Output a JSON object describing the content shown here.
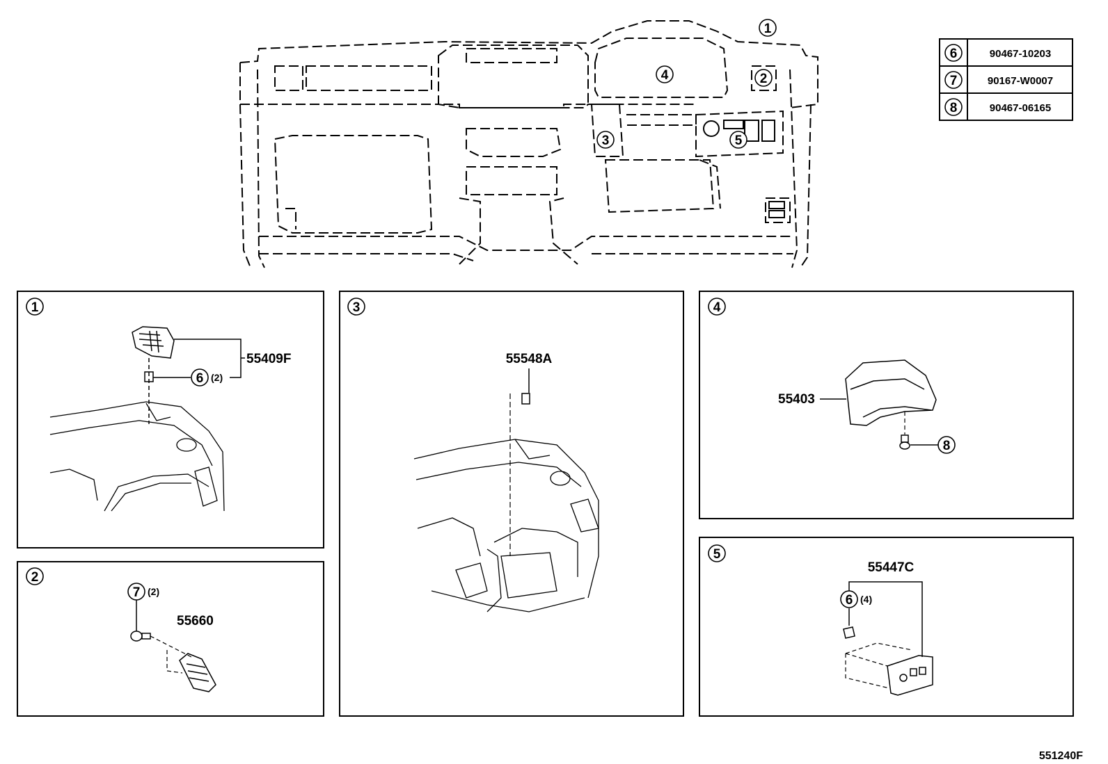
{
  "part_table": [
    {
      "ref": "6",
      "part_no": "90467-10203"
    },
    {
      "ref": "7",
      "part_no": "90167-W0007"
    },
    {
      "ref": "8",
      "part_no": "90467-06165"
    }
  ],
  "overview": {
    "callouts": [
      "1",
      "2",
      "3",
      "4",
      "5"
    ]
  },
  "panels": {
    "p1": {
      "num": "1",
      "part": "55409F",
      "sub_ref": "6",
      "sub_qty": "(2)"
    },
    "p2": {
      "num": "2",
      "part": "55660",
      "sub_ref": "7",
      "sub_qty": "(2)"
    },
    "p3": {
      "num": "3",
      "part": "55548A"
    },
    "p4": {
      "num": "4",
      "part": "55403",
      "sub_ref": "8"
    },
    "p5": {
      "num": "5",
      "part": "55447C",
      "sub_ref": "6",
      "sub_qty": "(4)"
    }
  },
  "footer": {
    "diagram_code": "551240F"
  }
}
